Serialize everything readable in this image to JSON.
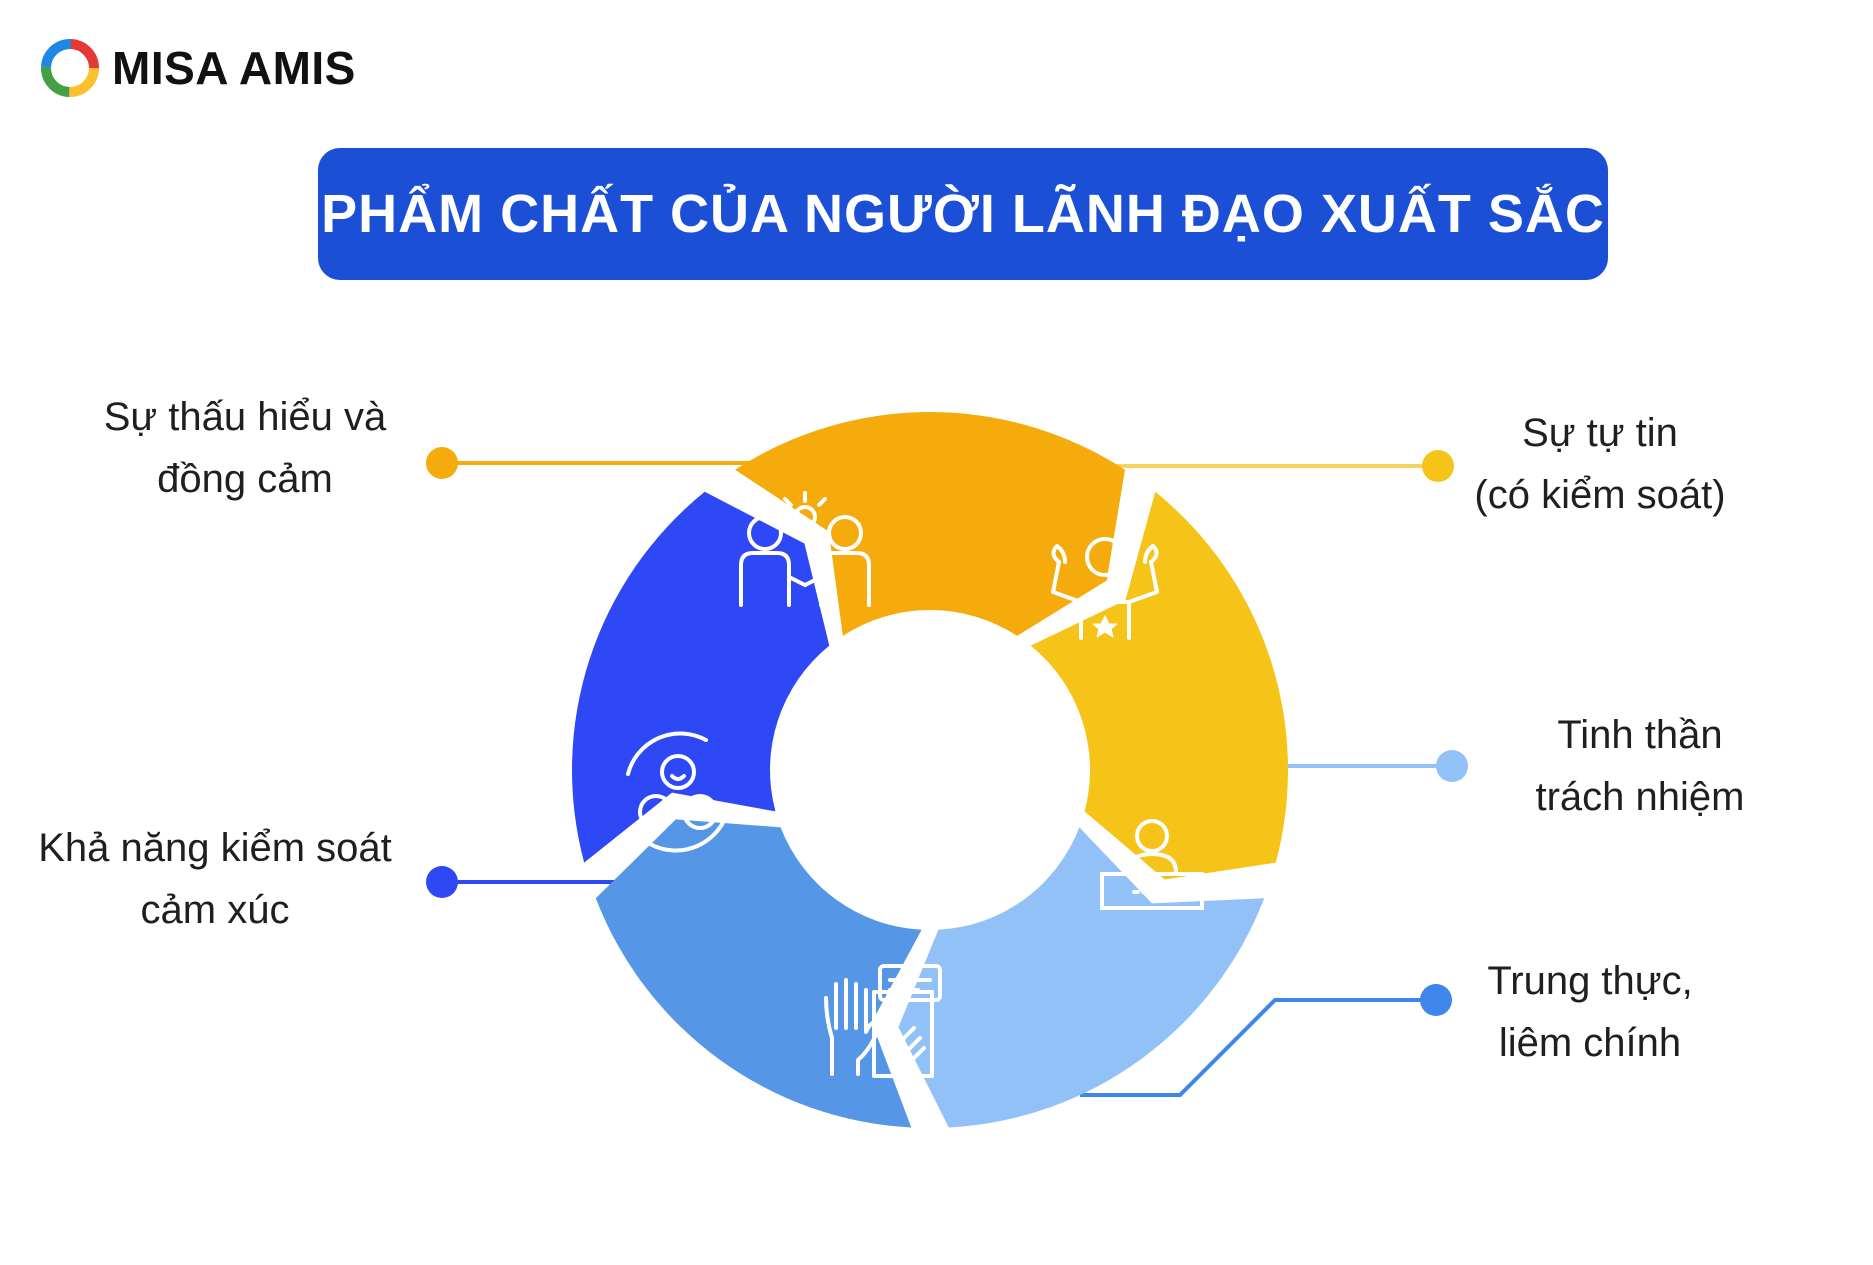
{
  "brand": {
    "name": "MISA AMIS"
  },
  "title": "PHẨM CHẤT CỦA NGƯỜI LÃNH ĐẠO XUẤT SẮC",
  "qualities": [
    {
      "line1": "Sự thấu hiểu và",
      "line2": "đồng cảm",
      "color": "#f5ab0c",
      "icon": "handshake-idea-icon"
    },
    {
      "line1": "Sự tự tin",
      "line2": "(có kiểm soát)",
      "color": "#f6c419",
      "icon": "strong-person-icon"
    },
    {
      "line1": "Tinh thần",
      "line2": "trách nhiệm",
      "color": "#92c1f8",
      "icon": "person-at-desk-icon"
    },
    {
      "line1": "Trung thực,",
      "line2": "liêm chính",
      "color": "#5596e6",
      "icon": "hand-document-icon"
    },
    {
      "line1": "Khả năng kiểm soát",
      "line2": "cảm xúc",
      "color": "#2f48f5",
      "icon": "emotions-cycle-icon"
    }
  ]
}
